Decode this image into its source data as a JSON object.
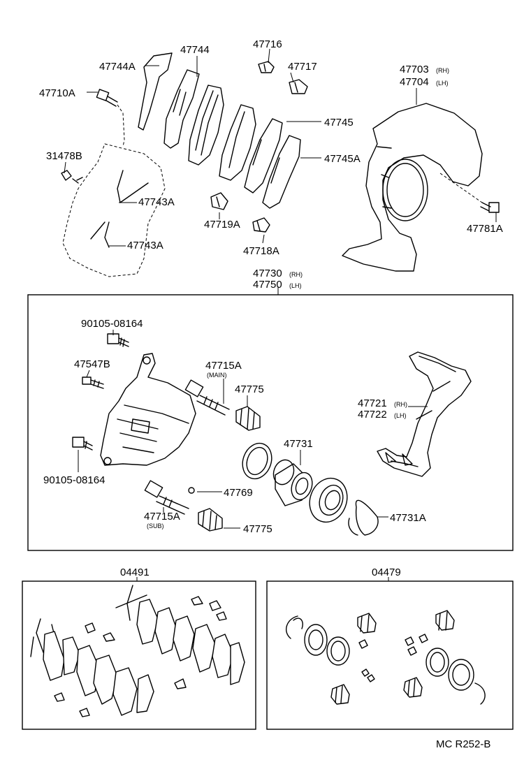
{
  "labels": {
    "p47744": "47744",
    "p47744A": "47744A",
    "p47716": "47716",
    "p47717": "47717",
    "p47710A": "47710A",
    "p47703": "47703",
    "p47704": "47704",
    "rh": "(RH)",
    "lh": "(LH)",
    "p47745": "47745",
    "p47745A": "47745A",
    "p31478B": "31478B",
    "p47743A_1": "47743A",
    "p47743A_2": "47743A",
    "p47719A": "47719A",
    "p47718A": "47718A",
    "p47781A": "47781A",
    "p47730": "47730",
    "p47750": "47750",
    "p90105_top": "90105-08164",
    "p47547B": "47547B",
    "p47715A_main": "47715A",
    "main_note": "(MAIN)",
    "p47775_1": "47775",
    "p47721": "47721",
    "p47722": "47722",
    "p47731": "47731",
    "p90105_bottom": "90105-08164",
    "p47769": "47769",
    "p47715A_sub": "47715A",
    "sub_note": "(SUB)",
    "p47775_2": "47775",
    "p47731A": "47731A",
    "p04491": "04491",
    "p04479": "04479",
    "footer": "MC  R252-B"
  }
}
